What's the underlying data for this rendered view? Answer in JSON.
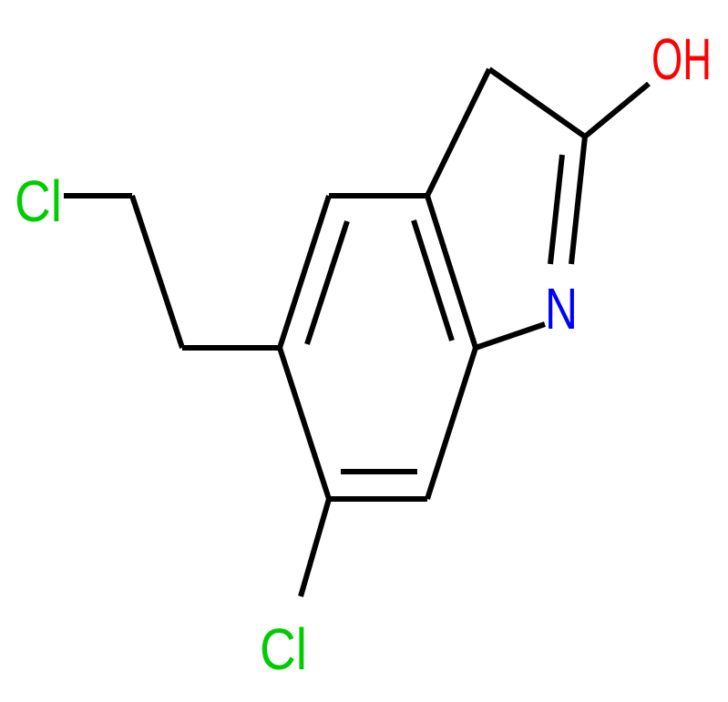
{
  "molecule": {
    "atoms": {
      "hydroxyl": {
        "text": "OH",
        "color": "#ff0000"
      },
      "ring_nitrogen": {
        "text": "N",
        "color": "#0000ff"
      },
      "chloroethyl_chlorine": {
        "text": "Cl",
        "color": "#00cc00"
      },
      "ring_chlorine": {
        "text": "Cl",
        "color": "#00cc00"
      }
    },
    "bond_color": "#000000",
    "background": "#ffffff"
  }
}
